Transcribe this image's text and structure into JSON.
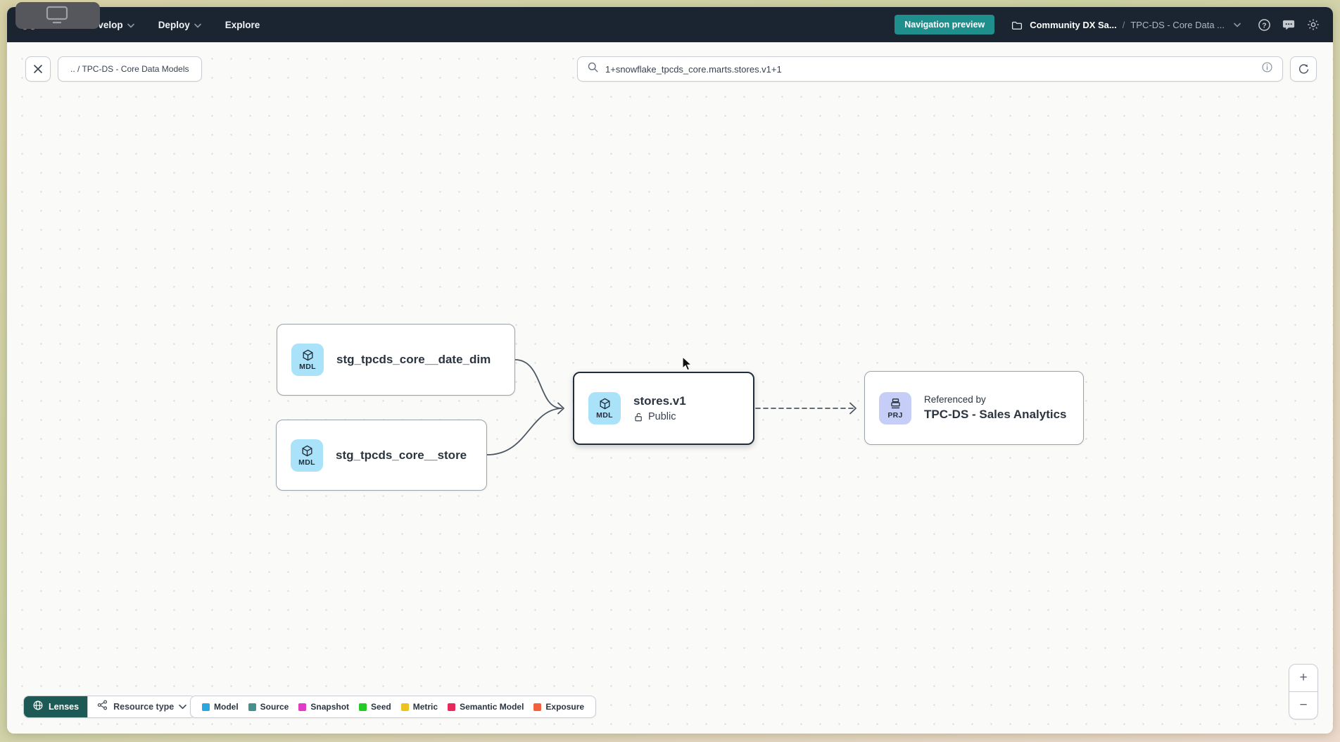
{
  "navbar": {
    "brand": "dbt",
    "menu": [
      {
        "label": "Develop"
      },
      {
        "label": "Deploy"
      },
      {
        "label": "Explore"
      }
    ],
    "preview_badge": "Navigation preview",
    "breadcrumb": {
      "account": "Community DX Sa...",
      "separator": "/",
      "project": "TPC-DS - Core Data ..."
    }
  },
  "toolbar": {
    "context_chip": ".. / TPC-DS - Core Data Models",
    "search_value": "1+snowflake_tpcds_core.marts.stores.v1+1"
  },
  "graph": {
    "nodes": [
      {
        "badge": "MDL",
        "title": "stg_tpcds_core__date_dim"
      },
      {
        "badge": "MDL",
        "title": "stg_tpcds_core__store"
      },
      {
        "badge": "MDL",
        "title": "stores.v1",
        "access": "Public"
      },
      {
        "badge": "PRJ",
        "subtitle": "Referenced by",
        "title": "TPC-DS - Sales Analytics"
      }
    ]
  },
  "footer": {
    "lenses_label": "Lenses",
    "resource_type_label": "Resource type",
    "legend": [
      {
        "label": "Model",
        "color": "#29a8e0"
      },
      {
        "label": "Source",
        "color": "#43908c"
      },
      {
        "label": "Snapshot",
        "color": "#e13cc6"
      },
      {
        "label": "Seed",
        "color": "#25cb25"
      },
      {
        "label": "Metric",
        "color": "#ecc41d"
      },
      {
        "label": "Semantic Model",
        "color": "#e8295b"
      },
      {
        "label": "Exposure",
        "color": "#f2603d"
      }
    ]
  },
  "zoom_controls": {
    "zoom_in": "+",
    "zoom_out": "−"
  },
  "colors": {
    "brand_orange": "#ff4f2e",
    "nav_bg": "#1b2531",
    "preview_badge_bg": "#1f8f8d",
    "lenses_bg": "#1e5a55",
    "model_chip_bg": "#a9e2f9",
    "project_chip_bg": "#c6cef8",
    "selected_node_border": "#222d3a"
  }
}
